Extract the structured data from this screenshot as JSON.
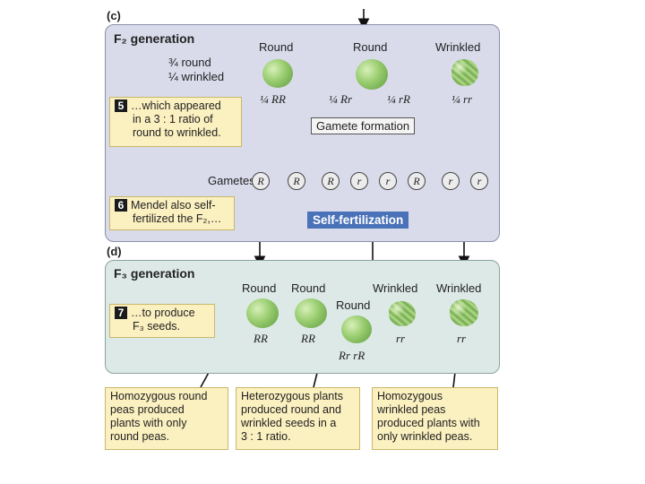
{
  "section_c": {
    "label": "(c)",
    "title": "F₂ generation",
    "ratio_line1": "¾ round",
    "ratio_line2": "¼ wrinkled",
    "phenotypes": [
      "Round",
      "Round",
      "Wrinkled"
    ],
    "genotypes": [
      "¼ RR",
      "¼ Rr",
      "¼ rR",
      "¼ rr"
    ],
    "gamete_formation": "Gamete formation",
    "gametes_label": "Gametes",
    "alleles": [
      "R",
      "R",
      "R",
      "r",
      "r",
      "R",
      "r",
      "r"
    ],
    "self_fertilization": "Self-fertilization",
    "note5_number": "5",
    "note5_lines": [
      "…which appeared",
      "in a 3 : 1 ratio of",
      "round to wrinkled."
    ],
    "note6_number": "6",
    "note6_lines": [
      "Mendel also self-",
      "fertilized the F₂,…"
    ]
  },
  "section_d": {
    "label": "(d)",
    "title": "F₃ generation",
    "phenotypes": [
      "Round",
      "Round",
      "Round",
      "Wrinkled",
      "Wrinkled"
    ],
    "genotypes": [
      "RR",
      "RR",
      "Rr rR",
      "rr",
      "rr"
    ],
    "note7_number": "7",
    "note7_lines": [
      "…to produce",
      "F₃ seeds."
    ]
  },
  "bottom_notes": [
    [
      "Homozygous round",
      "peas produced",
      "plants with only",
      "round peas."
    ],
    [
      "Heterozygous plants",
      "produced round and",
      "wrinkled seeds in a",
      "3 : 1 ratio."
    ],
    [
      "Homozygous",
      "wrinkled peas",
      "produced plants with",
      "only wrinkled peas."
    ]
  ],
  "colors": {
    "panel_c_bg": "#d9dbea",
    "panel_d_bg": "#dde9e7",
    "note_bg": "#fbf0c0",
    "self_fert_bg": "#4a72b8"
  }
}
